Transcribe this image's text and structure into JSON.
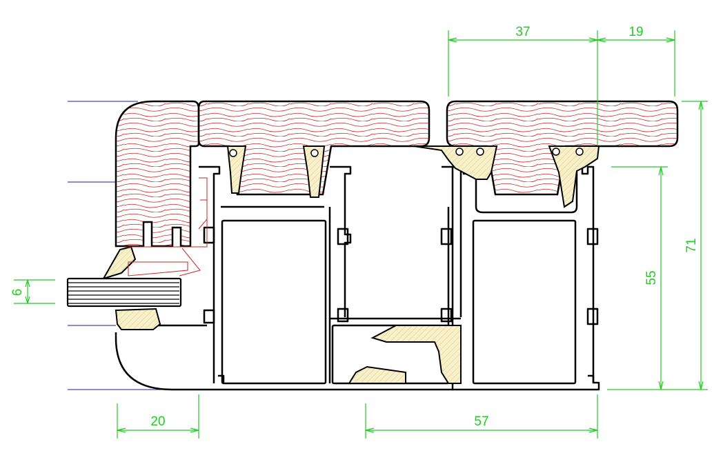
{
  "drawing": {
    "line_color": "#000000",
    "dimension_color": "#22cc22",
    "wood_hatch_color": "#cc2222",
    "gasket_fill_color": "#f7f0c8",
    "extension_line_color": "#1a1aa8"
  },
  "dimensions": {
    "top_left": "37",
    "top_right": "19",
    "height_total": "71",
    "height_inner": "55",
    "glass_thickness": "6",
    "bottom_left": "20",
    "bottom_right": "57"
  }
}
